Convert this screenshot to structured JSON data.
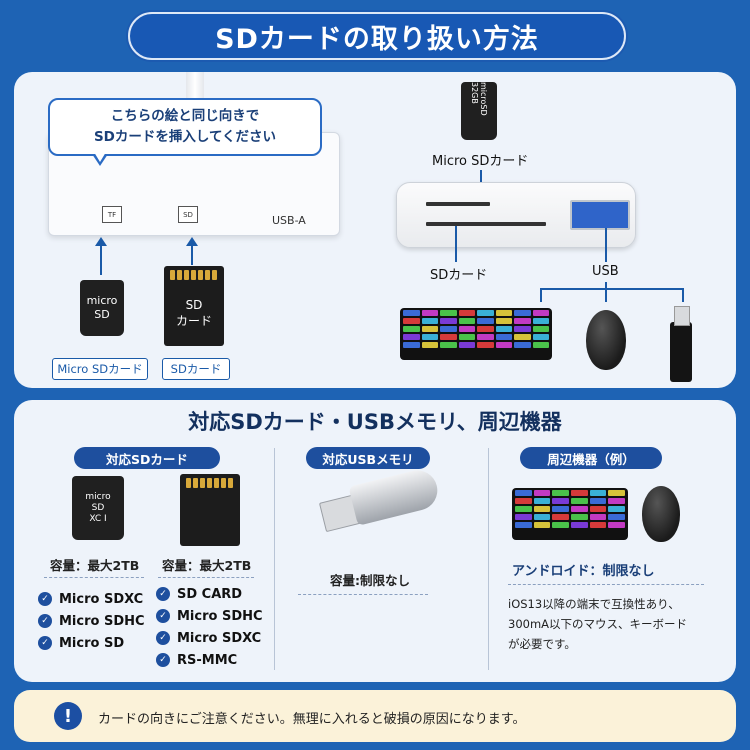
{
  "header": {
    "title": "SDカードの取り扱い方法"
  },
  "left_diagram": {
    "bubble_line1": "こちらの絵と同じ向きで",
    "bubble_line2": "SDカードを挿入してください",
    "slot_tf": "TF",
    "slot_sd": "SD",
    "port_label": "USB-A",
    "micro_card_line1": "micro",
    "micro_card_line2": "SD",
    "sd_card_line1": "SD",
    "sd_card_line2": "カード",
    "tag_micro": "Micro SDカード",
    "tag_sd": "SDカード"
  },
  "right_diagram": {
    "micro_card_text": "microSD 32GB",
    "label_micro": "Micro SDカード",
    "label_sd": "SDカード",
    "label_usb": "USB"
  },
  "middle": {
    "title": "対応SDカード・USBメモリ、周辺機器",
    "col1": {
      "badge": "対応SDカード",
      "micro_logo_line1": "micro",
      "micro_logo_line2": "SD",
      "micro_logo_line3": "XC I",
      "cap_left": "容量：最大2TB",
      "cap_right": "容量：最大2TB",
      "list_left": [
        "Micro SDXC",
        "Micro SDHC",
        "Micro SD"
      ],
      "list_right": [
        "SD CARD",
        "Micro SDHC",
        "Micro SDXC",
        "RS-MMC"
      ]
    },
    "col2": {
      "badge": "対応USBメモリ",
      "cap": "容量:制限なし"
    },
    "col3": {
      "badge": "周辺機器（例）",
      "android": "アンドロイド：制限なし",
      "note_line1": "iOS13以降の端末で互換性あり、",
      "note_line2": "300mA以下のマウス、キーボード",
      "note_line3": "が必要です。"
    }
  },
  "footer": {
    "icon": "!",
    "text": "カードの向きにご注意ください。無理に入れると破損の原因になります。"
  },
  "colors": {
    "brand_blue": "#1e63b4",
    "dark_blue": "#1e4f9e",
    "panel": "#eef3fa",
    "warn_bg": "#fbf2d9"
  },
  "icons": [
    "exclamation-icon",
    "check-circle-icon",
    "arrow-up-icon"
  ]
}
